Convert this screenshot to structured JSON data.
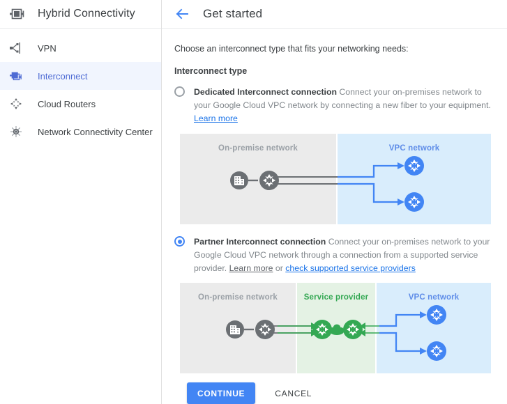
{
  "sidebar": {
    "product_title": "Hybrid Connectivity",
    "product_icon": "interconnect-icon",
    "items": [
      {
        "label": "VPN",
        "icon": "vpn-tunnel-icon",
        "active": false
      },
      {
        "label": "Interconnect",
        "icon": "interconnect-icon",
        "active": true
      },
      {
        "label": "Cloud Routers",
        "icon": "cloud-router-icon",
        "active": false
      },
      {
        "label": "Network Connectivity Center",
        "icon": "hub-spoke-icon",
        "active": false
      }
    ]
  },
  "header": {
    "back_icon": "arrow-left-icon",
    "title": "Get started"
  },
  "main": {
    "lead": "Choose an interconnect type that fits your networking needs:",
    "section_label": "Interconnect type",
    "options": [
      {
        "id": "dedicated",
        "selected": false,
        "title": "Dedicated Interconnect connection",
        "description": "Connect your on-premises network to your Google Cloud VPC network by connecting a new fiber to your equipment.",
        "learn_more": "Learn more"
      },
      {
        "id": "partner",
        "selected": true,
        "title": "Partner Interconnect connection",
        "description": "Connect your on-premises network to your Google Cloud VPC network through a connection from a supported service provider.",
        "learn_more": "Learn more",
        "conjunction": "or",
        "secondary_link": "check supported service providers"
      }
    ],
    "diagrams": [
      {
        "id": "dedicated-diagram",
        "panels": [
          {
            "label": "On-premise network",
            "color": "#ebebeb"
          },
          {
            "label": "VPC network",
            "color": "#d9edfc"
          }
        ]
      },
      {
        "id": "partner-diagram",
        "panels": [
          {
            "label": "On-premise network",
            "color": "#ebebeb"
          },
          {
            "label": "Service provider",
            "color": "#e4f2e4"
          },
          {
            "label": "VPC network",
            "color": "#d9edfc"
          }
        ]
      }
    ]
  },
  "actions": {
    "continue_label": "CONTINUE",
    "cancel_label": "CANCEL"
  },
  "colors": {
    "accent_blue": "#4285f4",
    "link_blue": "#1a73e8",
    "green": "#34a853",
    "grey_node": "#6b6f73",
    "active_nav_bg": "#f1f5fe"
  }
}
